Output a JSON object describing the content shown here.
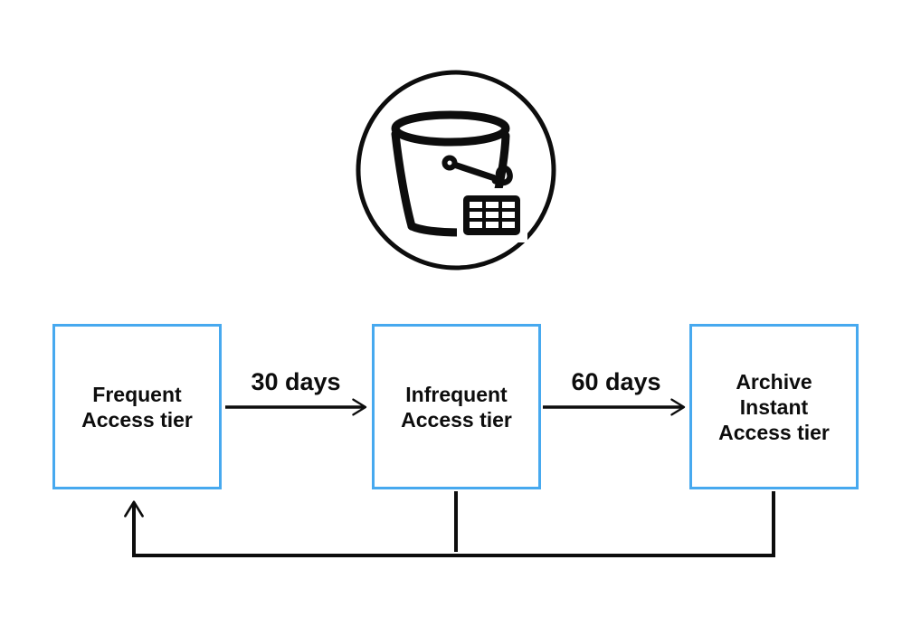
{
  "diagram": {
    "icon": {
      "name": "s3-bucket-icon",
      "description": "S3 bucket with object grid inside a circle"
    },
    "nodes": [
      {
        "id": "frequent-access-tier",
        "label": "Frequent\nAccess tier"
      },
      {
        "id": "infrequent-access-tier",
        "label": "Infrequent\nAccess tier"
      },
      {
        "id": "archive-instant-access-tier",
        "label": "Archive\nInstant\nAccess tier"
      }
    ],
    "edges": [
      {
        "from": "frequent-access-tier",
        "to": "infrequent-access-tier",
        "label": "30 days"
      },
      {
        "from": "infrequent-access-tier",
        "to": "archive-instant-access-tier",
        "label": "60 days"
      },
      {
        "from": "archive-instant-access-tier",
        "to": "frequent-access-tier",
        "label": ""
      }
    ],
    "colors": {
      "node_border": "#47A9EF",
      "connector": "#0d0d0d",
      "background": "#FFFFFF"
    }
  }
}
